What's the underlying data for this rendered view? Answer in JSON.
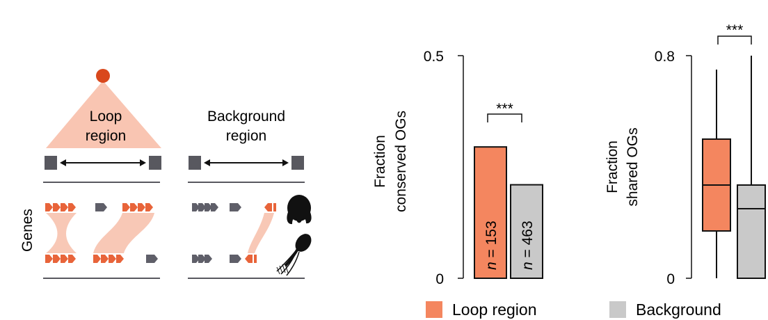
{
  "colors": {
    "loop": "#f4865f",
    "loop_dark": "#e8643a",
    "loop_light": "#f8c8b6",
    "loop_cone": "#f9c5b2",
    "anchor_dot": "#d9481c",
    "background": "#c9c9c9",
    "gene_grey": "#5f5f69",
    "anchor_box": "#58585f",
    "text": "#111111"
  },
  "schematic": {
    "loop_label_line1": "Loop",
    "loop_label_line2": "region",
    "background_label_line1": "Background",
    "background_label_line2": "region",
    "genes_label": "Genes",
    "species_icons": [
      "octopus-silhouette-icon",
      "squid-silhouette-icon"
    ]
  },
  "chart_data": [
    {
      "type": "bar",
      "ylabel_line1": "Fraction",
      "ylabel_line2": "conserved OGs",
      "ylim": [
        0,
        0.5
      ],
      "yticks": [
        "0",
        "0.5"
      ],
      "categories": [
        "Loop region",
        "Background"
      ],
      "values": [
        0.295,
        0.21
      ],
      "bar_labels_n": [
        "n",
        "n"
      ],
      "bar_labels_rest": [
        " = 153",
        " = 463"
      ],
      "significance": "***",
      "grid": false
    },
    {
      "type": "boxplot",
      "ylabel_line1": "Fraction",
      "ylabel_line2": "shared OGs",
      "ylim": [
        0,
        0.8
      ],
      "yticks": [
        "0",
        "0.8"
      ],
      "categories": [
        "Loop region",
        "Background"
      ],
      "boxes": [
        {
          "whisker_low": 0.0,
          "q1": 0.17,
          "median": 0.335,
          "q3": 0.5,
          "whisker_high": 0.75
        },
        {
          "whisker_low": 0.0,
          "q1": 0.0,
          "median": 0.25,
          "q3": 0.335,
          "whisker_high": 0.8
        }
      ],
      "significance": "***",
      "grid": false
    }
  ],
  "legend": {
    "placement": "bottom",
    "items": [
      {
        "label": "Loop region",
        "color": "#f4865f"
      },
      {
        "label": "Background",
        "color": "#c9c9c9"
      }
    ]
  }
}
